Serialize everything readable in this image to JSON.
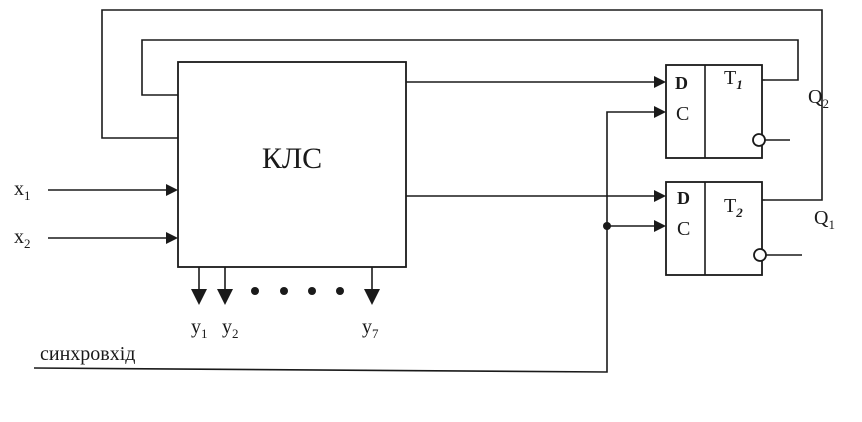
{
  "diagram": {
    "klc_label": "КЛС",
    "inputs": [
      {
        "main": "x",
        "sub": "1"
      },
      {
        "main": "x",
        "sub": "2"
      }
    ],
    "outputs": [
      {
        "main": "y",
        "sub": "1"
      },
      {
        "main": "y",
        "sub": "2"
      },
      {
        "main": "y",
        "sub": "7"
      }
    ],
    "sync_label": "синхровхід",
    "flipflops": [
      {
        "d": "D",
        "c": "C",
        "name": "T",
        "sub": "1",
        "q_main": "Q",
        "q_sub": "2"
      },
      {
        "d": "D",
        "c": "C",
        "name": "T",
        "sub": "2",
        "q_main": "Q",
        "q_sub": "1"
      }
    ]
  }
}
